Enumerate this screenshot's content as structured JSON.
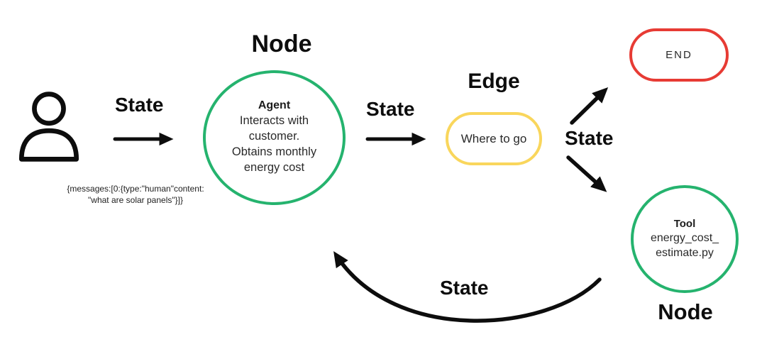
{
  "colors": {
    "green": "#25b36e",
    "yellow": "#f9d65c",
    "red": "#e73b34",
    "ink": "#0d0d0d"
  },
  "labels": {
    "state": "State",
    "node_top": "Node",
    "node_bottom": "Node",
    "edge": "Edge"
  },
  "user_input": {
    "line1": "{messages:[0:{type:\"human\"content:",
    "line2": "\"what are solar panels\"}]}"
  },
  "agent_node": {
    "title": "Agent",
    "line1": "Interacts with",
    "line2": "customer.",
    "line3": "Obtains monthly",
    "line4": "energy cost"
  },
  "edge_node": {
    "label": "Where to go"
  },
  "end_node": {
    "label": "END"
  },
  "tool_node": {
    "title": "Tool",
    "line1": "energy_cost_",
    "line2": "estimate.py"
  }
}
